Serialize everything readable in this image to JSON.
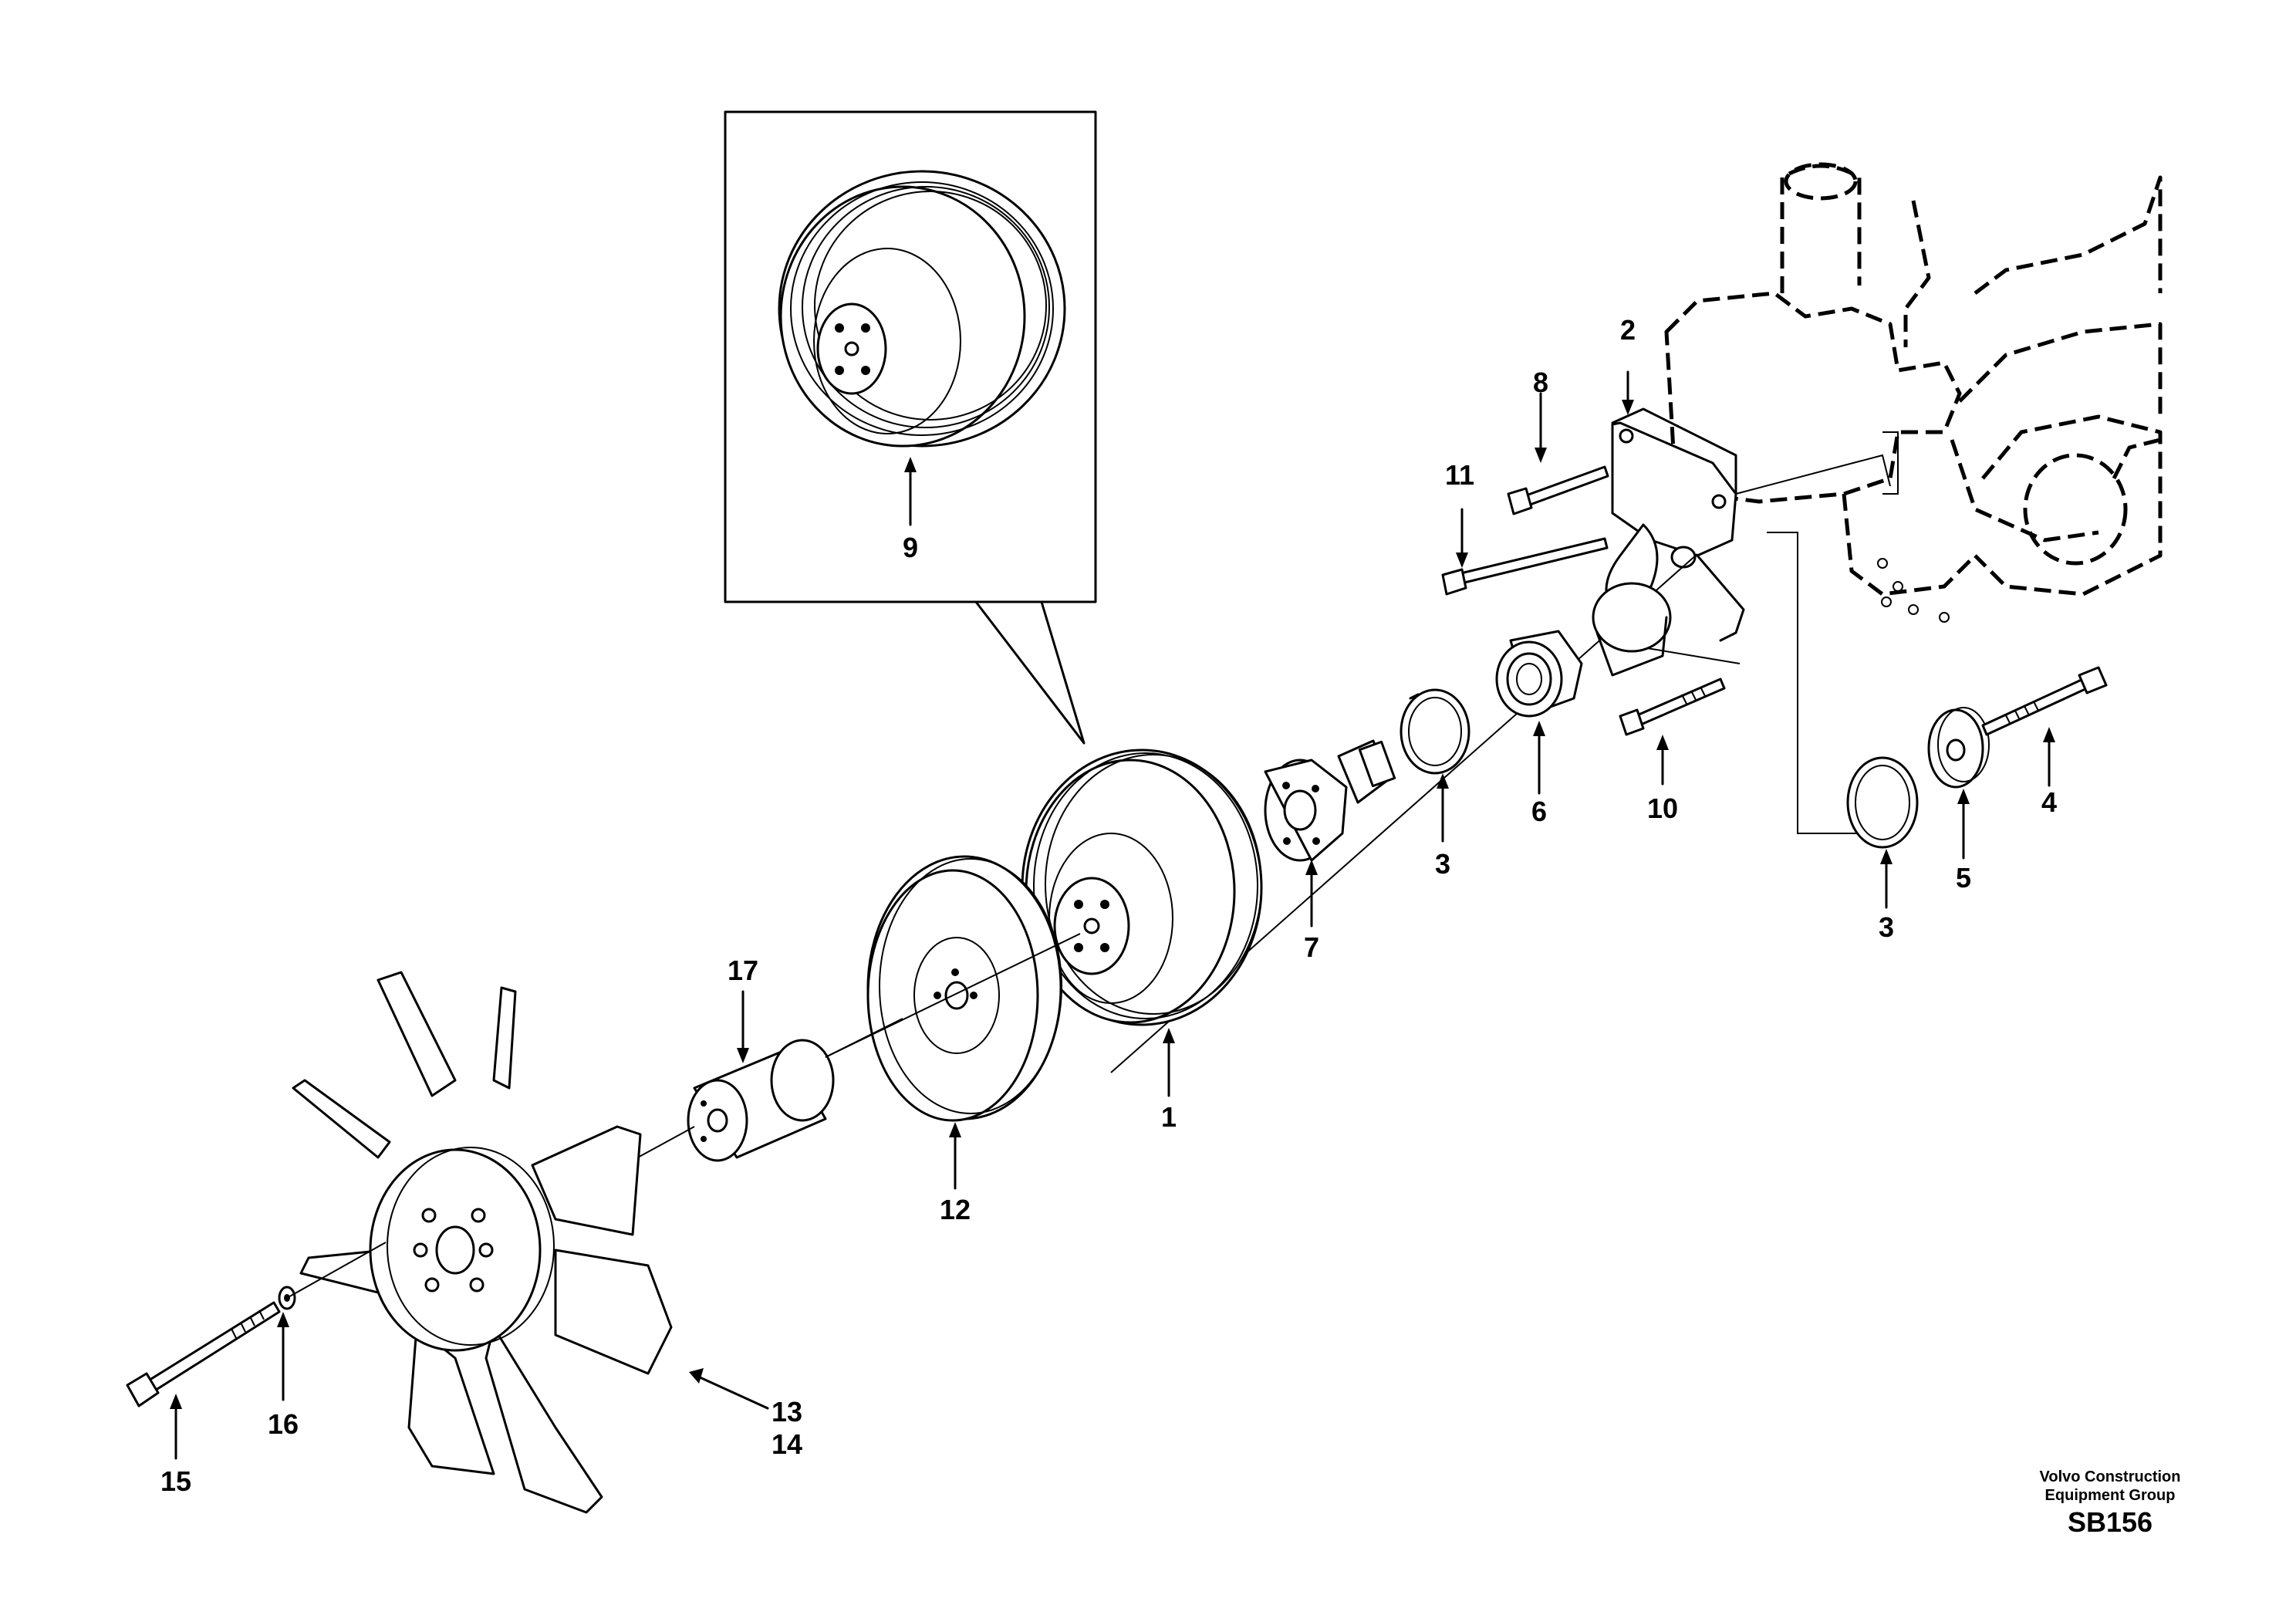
{
  "diagram": {
    "callouts": [
      {
        "id": "c1",
        "label": "1"
      },
      {
        "id": "c2",
        "label": "2"
      },
      {
        "id": "c3a",
        "label": "3"
      },
      {
        "id": "c3b",
        "label": "3"
      },
      {
        "id": "c4",
        "label": "4"
      },
      {
        "id": "c5",
        "label": "5"
      },
      {
        "id": "c6",
        "label": "6"
      },
      {
        "id": "c7",
        "label": "7"
      },
      {
        "id": "c8",
        "label": "8"
      },
      {
        "id": "c9",
        "label": "9"
      },
      {
        "id": "c10",
        "label": "10"
      },
      {
        "id": "c11",
        "label": "11"
      },
      {
        "id": "c12",
        "label": "12"
      },
      {
        "id": "c13",
        "label": "13"
      },
      {
        "id": "c14",
        "label": "14"
      },
      {
        "id": "c15",
        "label": "15"
      },
      {
        "id": "c16",
        "label": "16"
      },
      {
        "id": "c17",
        "label": "17"
      }
    ]
  },
  "footer": {
    "company_line1": "Volvo Construction",
    "company_line2": "Equipment Group",
    "drawing_code": "SB156"
  }
}
